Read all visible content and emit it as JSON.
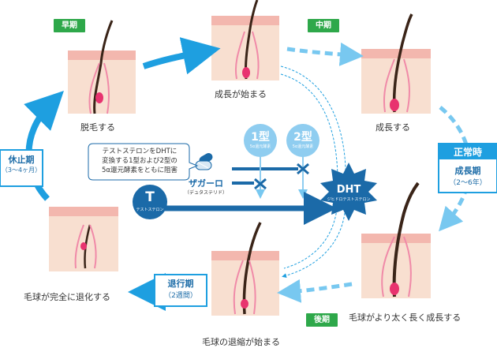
{
  "stages": {
    "hair_loss": "脱毛する",
    "growth_start": "成長が始まる",
    "growth": "成長する",
    "thick_growth": "毛球がより太く長く成長する",
    "regression_start": "毛球の退縮が始まる",
    "full_regression": "毛球が完全に退化する"
  },
  "phase_tags": {
    "early": "早期",
    "middle": "中期",
    "late": "後期"
  },
  "phases": {
    "rest": {
      "name": "休止期",
      "duration": "（3～4ヶ月）"
    },
    "regress": {
      "name": "退行期",
      "duration": "（2週間）"
    },
    "normal": {
      "title": "正常時",
      "name": "成長期",
      "duration": "（2～6年）"
    }
  },
  "drug": {
    "description_lines": [
      "テストステロンをDHTに",
      "変換する1型および2型の",
      "5α還元酵素をともに阻害"
    ],
    "name": "ザガーロ",
    "generic": "（デュタステリド）"
  },
  "enzymes": [
    {
      "label": "1型",
      "sub": "5α還元酵素"
    },
    {
      "label": "2型",
      "sub": "5α還元酵素"
    }
  ],
  "testosterone": {
    "symbol": "T",
    "name": "テストステロン"
  },
  "dht": {
    "symbol": "DHT",
    "name": "ジヒドロテストステロン"
  },
  "colors": {
    "cycle_blue": "#1e9fe0",
    "dashed_blue": "#78c8f0",
    "phase_green": "#2ea84a",
    "skin": "#f8dfd0",
    "skin_top": "#f3b7ae",
    "dark_blue": "#1b6aa8",
    "hair": "#3a2418",
    "bulb": "#e8336f"
  }
}
